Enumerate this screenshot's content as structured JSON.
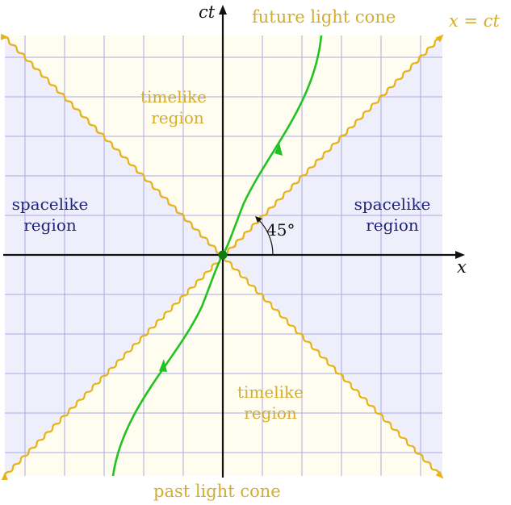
{
  "labels": {
    "ct_axis": "ct",
    "x_axis": "x",
    "future_cone": "future light cone",
    "past_cone": "past light cone",
    "light_line": "x = ct",
    "angle": "45°",
    "timelike_top": [
      "timelike",
      "region"
    ],
    "timelike_bottom": [
      "timelike",
      "region"
    ],
    "spacelike_left": [
      "spacelike",
      "region"
    ],
    "spacelike_right": [
      "spacelike",
      "region"
    ]
  },
  "colors": {
    "spacelike_fill": "#efeffb",
    "timelike_fill": "#fffdf0",
    "grid": "#a9a9e4",
    "light_cone": "#e6b419",
    "worldline": "#22c222",
    "axes": "#111111",
    "label_gold": "#d4ad2c",
    "label_navy": "#1f237a"
  }
}
